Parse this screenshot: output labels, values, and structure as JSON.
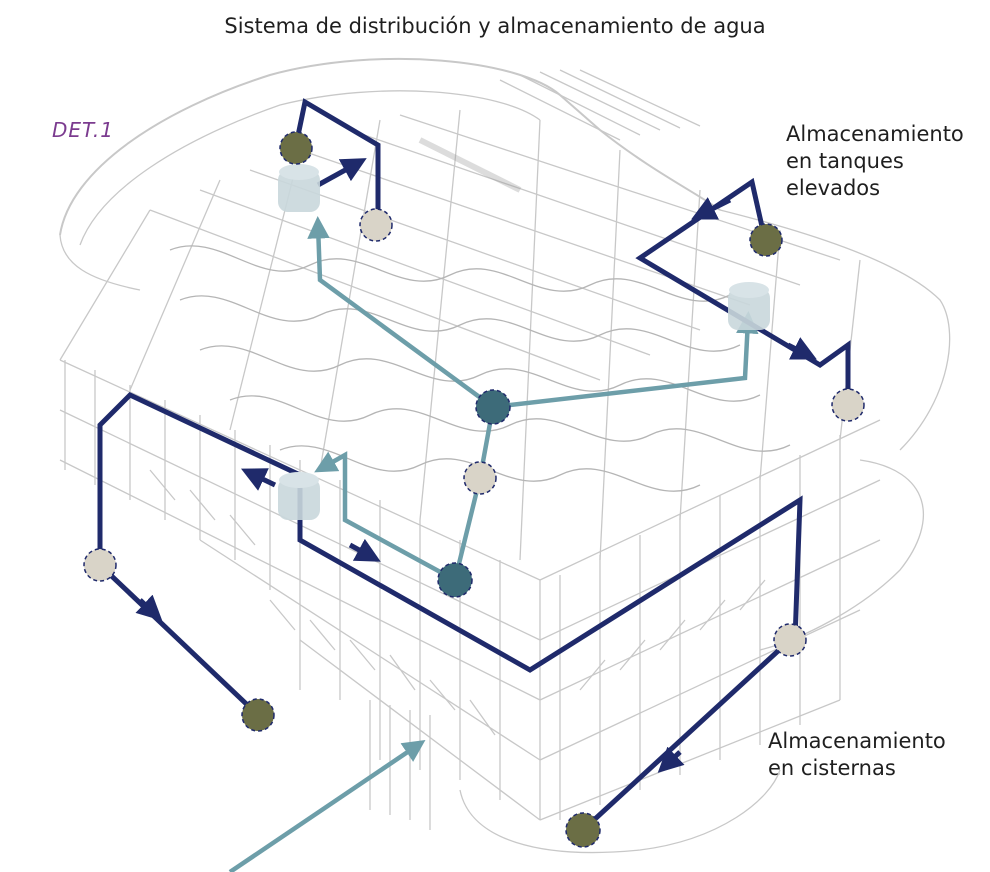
{
  "title": "Sistema de distribución y almacenamiento de agua",
  "detail_label": "DET.1",
  "labels": {
    "elevated_tanks": [
      "Almacenamiento",
      "en tanques",
      "elevados"
    ],
    "cisterns": [
      "Almacenamiento",
      "en cisternas"
    ]
  },
  "colors": {
    "dark_line": "#1f2a6b",
    "light_line": "#6d9ea9",
    "olive_node": "#6b6e45",
    "teal_node": "#3d6b79",
    "beige_node": "#d9d4c8",
    "tank": "#c9d7dc",
    "building": "#c8c8c8"
  },
  "icons": {
    "flow_arrow": "arrowhead",
    "tank": "tank-icon"
  }
}
